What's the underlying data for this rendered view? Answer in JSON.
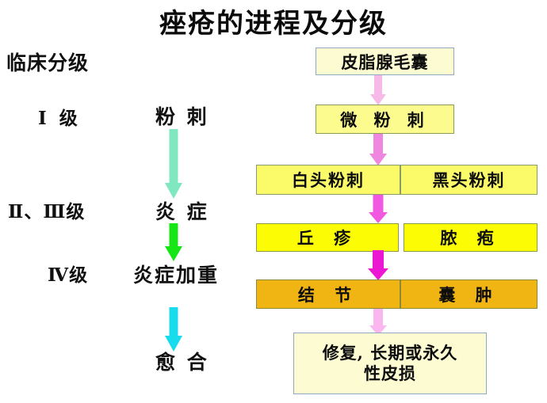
{
  "title": "痤疮的进程及分级",
  "left_column": {
    "heading": "临床分级",
    "grades": [
      {
        "grade": "Ⅰ 级",
        "stage": "粉 刺"
      },
      {
        "grade": "Ⅱ、Ⅲ级",
        "stage": "炎 症"
      },
      {
        "grade": "Ⅳ级",
        "stage": "炎症加重"
      },
      {
        "grade": "",
        "stage": "愈 合"
      }
    ],
    "arrows": [
      {
        "from": "粉 刺",
        "to": "炎 症",
        "color": "#7fe8c0"
      },
      {
        "from": "炎 症",
        "to": "炎症加重",
        "color": "#16e616"
      },
      {
        "from": "炎症加重",
        "to": "愈 合",
        "color": "#18dcee"
      }
    ]
  },
  "flow": {
    "rows": [
      {
        "left": "皮脂腺毛囊",
        "right": null,
        "fill": "#fcfbd2",
        "border": "#8fa9c2"
      },
      {
        "left": "微 粉 刺",
        "right": null,
        "fill": "#fbfb8e",
        "border": "#8a9b55"
      },
      {
        "left": "白头粉刺",
        "right": "黑头粉刺",
        "fill": "#fbfb6a",
        "border": "#8a9b6b"
      },
      {
        "left": "丘  疹",
        "right": "脓  疱",
        "fill": "#fcfc05",
        "border": "#8a9b4a"
      },
      {
        "left": "结  节",
        "right": "囊  肿",
        "fill": "#f0b512",
        "border": "#8a8b3a"
      }
    ],
    "outcome": {
      "line1": "修复, 长期或永久",
      "line2": "性皮损",
      "fill": "#fcfbd2",
      "border": "#8fa9c2"
    },
    "arrows": [
      {
        "color": "#f6b9e8"
      },
      {
        "color": "#ef86e0"
      },
      {
        "color": "#f15ae0"
      },
      {
        "color": "#ec17d3"
      },
      {
        "color": "#fbb6f0"
      }
    ]
  }
}
